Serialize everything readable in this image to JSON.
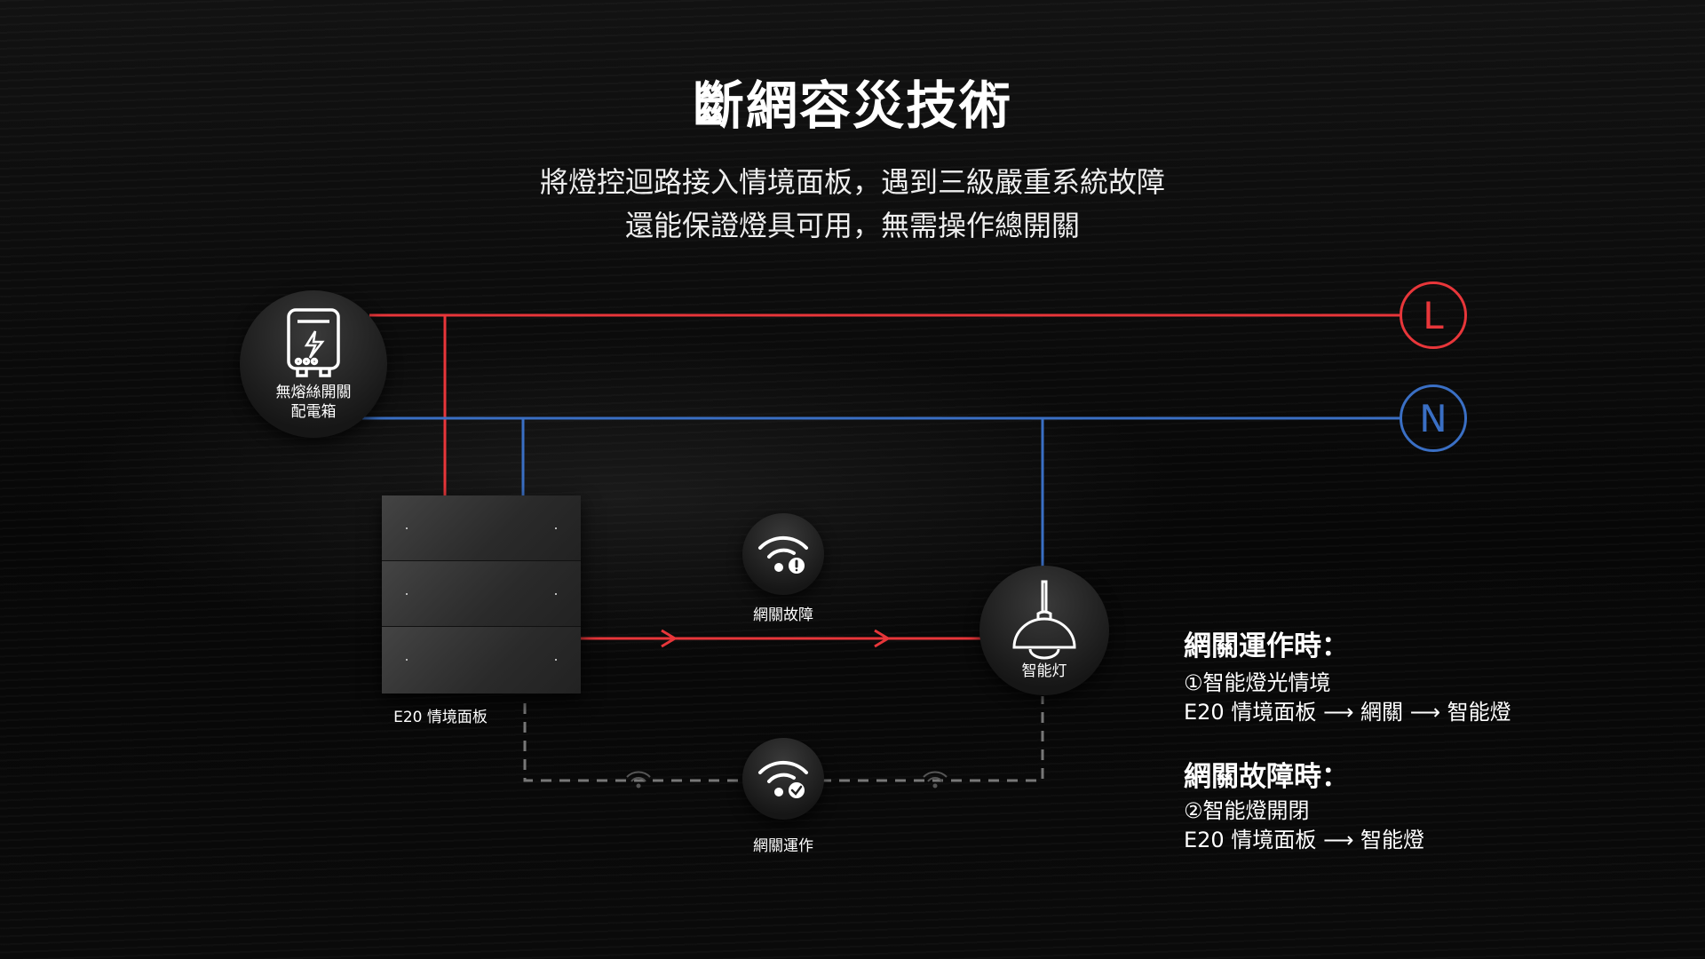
{
  "title": "斷網容災技術",
  "subtitle": [
    "將燈控迴路接入情境面板，遇到三級嚴重系統故障",
    "還能保證燈具可用，無需操作總開關"
  ],
  "breaker": {
    "label1": "無熔絲開關",
    "label2": "配電箱"
  },
  "lines": {
    "live": "L",
    "neutral": "N",
    "live_color": "#e8363a",
    "neutral_color": "#3a6fc4"
  },
  "panel": {
    "label": "E20 情境面板"
  },
  "gateway_fault": {
    "label": "網關故障"
  },
  "gateway_ok": {
    "label": "網關運作"
  },
  "lamp": {
    "label": "智能灯"
  },
  "info": {
    "h1": "網關運作時：",
    "s1": "①智能燈光情境",
    "p1": "E20 情境面板 ⟶ 網關 ⟶ 智能燈",
    "h2": "網關故障時：",
    "s2": "②智能燈開閉",
    "p2": "E20 情境面板 ⟶ 智能燈"
  }
}
